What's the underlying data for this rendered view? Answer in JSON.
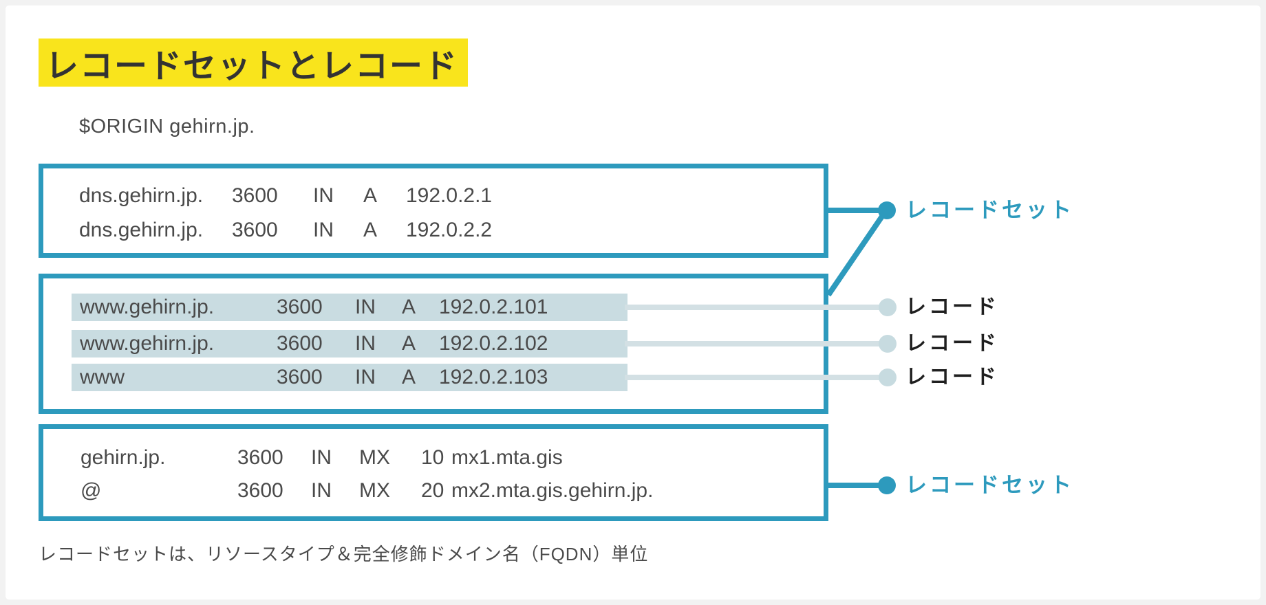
{
  "title": {
    "text": "レコードセットとレコード",
    "highlight_color": "#f9e41c"
  },
  "origin_line": "$ORIGIN gehirn.jp.",
  "colors": {
    "teal": "#2d9abd",
    "row_highlight": "#c9dce1",
    "record_line": "#d3e0e4",
    "text_dark": "#333333",
    "text_body": "#4a4a4a"
  },
  "labels": {
    "record_set": "レコードセット",
    "record": "レコード"
  },
  "record_sets": [
    {
      "records": [
        {
          "owner": "dns.gehirn.jp.",
          "ttl": "3600",
          "rclass": "IN",
          "rtype": "A",
          "value": "192.0.2.1"
        },
        {
          "owner": "dns.gehirn.jp.",
          "ttl": "3600",
          "rclass": "IN",
          "rtype": "A",
          "value": "192.0.2.2"
        }
      ]
    },
    {
      "records": [
        {
          "owner": "www.gehirn.jp.",
          "ttl": "3600",
          "rclass": "IN",
          "rtype": "A",
          "value": "192.0.2.101"
        },
        {
          "owner": "www.gehirn.jp.",
          "ttl": "3600",
          "rclass": "IN",
          "rtype": "A",
          "value": "192.0.2.102"
        },
        {
          "owner": "www",
          "ttl": "3600",
          "rclass": "IN",
          "rtype": "A",
          "value": "192.0.2.103"
        }
      ]
    },
    {
      "records": [
        {
          "owner": "gehirn.jp.",
          "ttl": "3600",
          "rclass": "IN",
          "rtype": "MX",
          "priority": "10",
          "value": "mx1.mta.gis"
        },
        {
          "owner": "@",
          "ttl": "3600",
          "rclass": "IN",
          "rtype": "MX",
          "priority": "20",
          "value": "mx2.mta.gis.gehirn.jp."
        }
      ]
    }
  ],
  "caption": "レコードセットは、リソースタイプ＆完全修飾ドメイン名（FQDN）単位"
}
